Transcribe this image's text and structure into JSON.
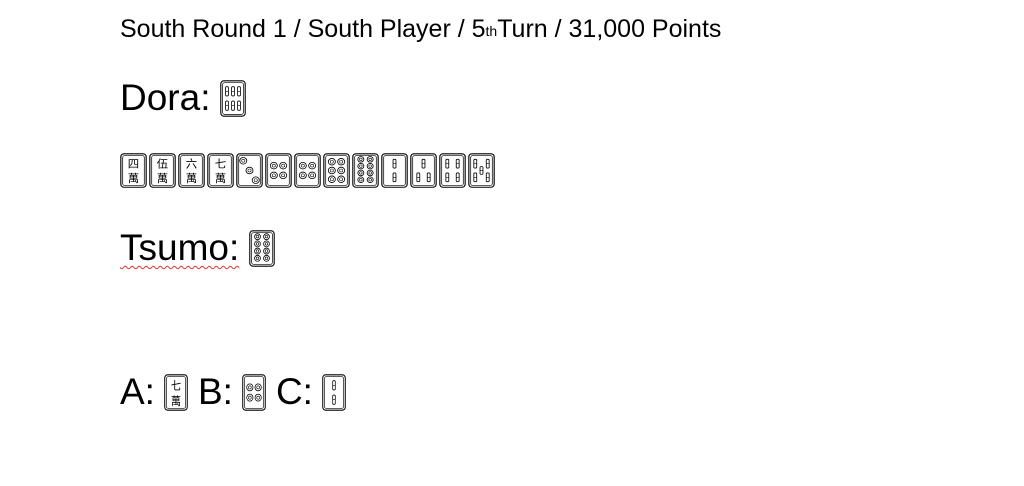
{
  "header": {
    "round": "South Round 1 / South Player / 5",
    "turn_suffix": "th",
    "rest": " Turn / 31,000 Points"
  },
  "dora": {
    "label": "Dora:",
    "tile": "sou-6"
  },
  "hand": {
    "tiles": [
      "man-4",
      "man-5",
      "man-6",
      "man-7",
      "pin-3",
      "pin-4",
      "pin-4",
      "pin-6",
      "pin-8",
      "sou-2",
      "sou-3",
      "sou-4",
      "sou-5"
    ]
  },
  "tsumo": {
    "label": "Tsumo:",
    "tile": "pin-8"
  },
  "choices": [
    {
      "label": "A:",
      "tile": "man-7"
    },
    {
      "label": "B:",
      "tile": "pin-4"
    },
    {
      "label": "C:",
      "tile": "sou-2"
    }
  ]
}
